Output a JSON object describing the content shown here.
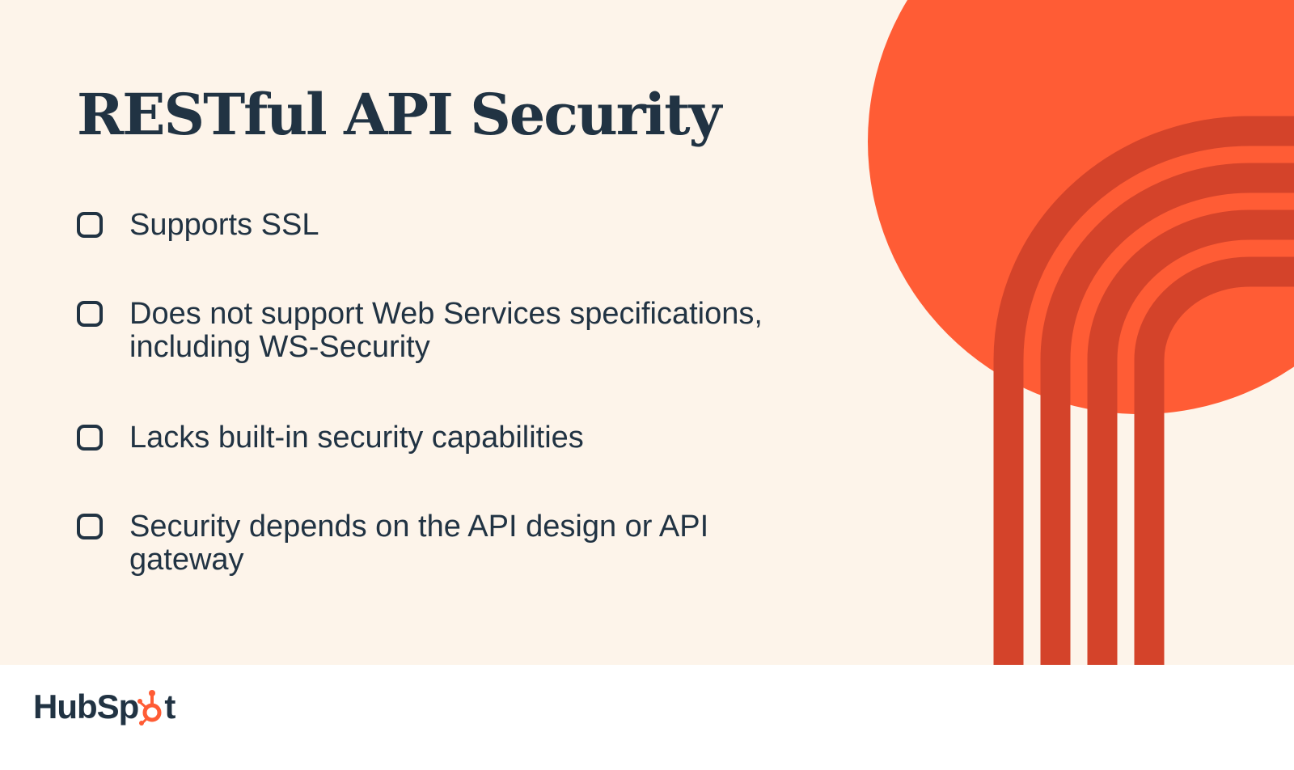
{
  "title": "RESTful API Security",
  "items": [
    {
      "text": "Supports SSL"
    },
    {
      "text": "Does not support Web Services specifications, including WS-Security"
    },
    {
      "text": "Lacks built-in security capabilities"
    },
    {
      "text": "Security depends on the API design or API gateway"
    }
  ],
  "logo": {
    "text_before": "HubSp",
    "text_after": "t",
    "full": "HubSpot"
  },
  "colors": {
    "background": "#fdf4ea",
    "navy": "#213343",
    "orange": "#ff5c35",
    "dark_orange": "#d4432a"
  }
}
